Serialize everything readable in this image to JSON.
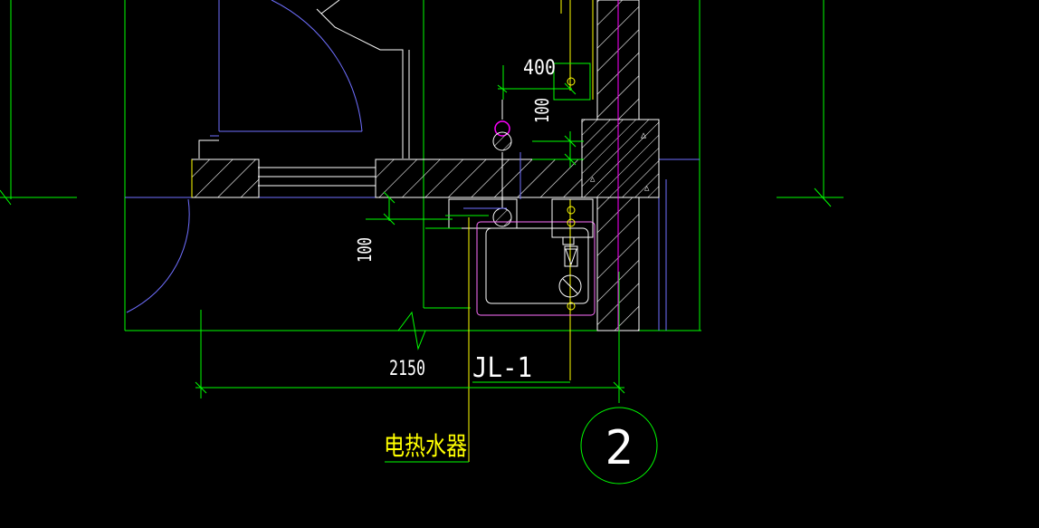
{
  "drawing": {
    "background": "#000000",
    "colors": {
      "green": "#00ff00",
      "white": "#ffffff",
      "yellow": "#ffff00",
      "blue": "#6f6fff",
      "magenta": "#ff00ff",
      "pink": "#ff6fff",
      "cyan": "#00ffff",
      "red": "#ff0000"
    },
    "dimensions": {
      "top_width": "400",
      "top_height": "100",
      "left_height": "100",
      "bottom_length": "2150"
    },
    "labels": {
      "pipe_tag": "JL-1",
      "heater": "电热水器",
      "axis_number": "2"
    }
  }
}
